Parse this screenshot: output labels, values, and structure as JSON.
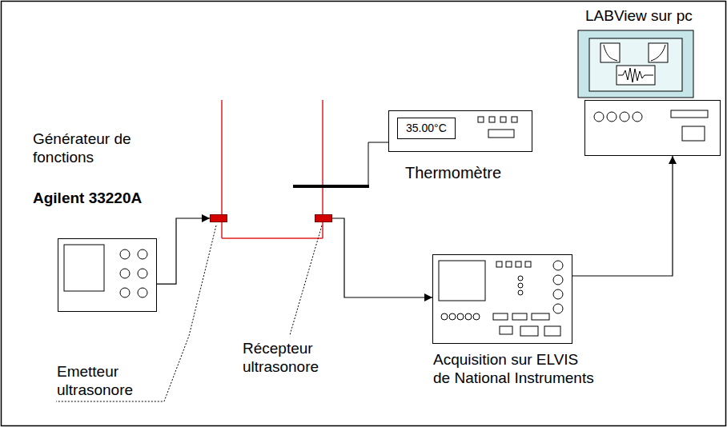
{
  "diagram": {
    "nodes": [
      {
        "text": [
          "Générateur de fonctions",
          "Agilent 33220A"
        ]
      },
      {
        "text": [
          "Emetteur ultrasonore"
        ]
      },
      {
        "text": [
          "Récepteur ultrasonore"
        ]
      },
      {
        "text": [
          "35.00°C",
          "Thermomètre"
        ]
      },
      {
        "text": [
          "Acquisition sur ELVIS de National Instruments"
        ]
      },
      {
        "text": [
          "LABView sur pc"
        ]
      }
    ],
    "edges": [
      {
        "from": 0,
        "to": 1,
        "arrow": "to"
      },
      {
        "from": 2,
        "to": 4,
        "arrow": "to"
      },
      {
        "from": 4,
        "to": 5,
        "arrow": "to"
      }
    ]
  }
}
